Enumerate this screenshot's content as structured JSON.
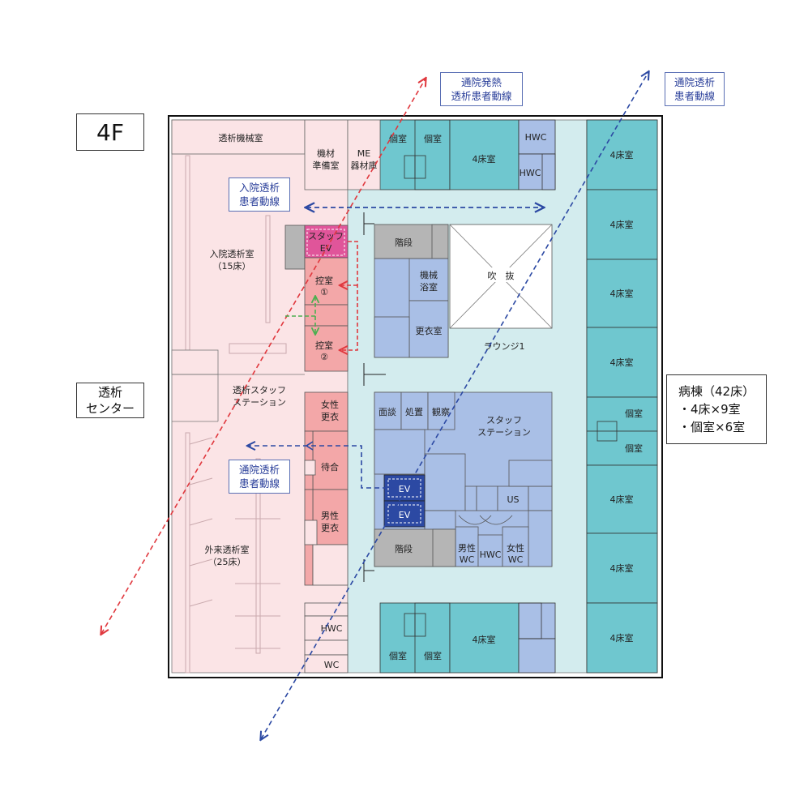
{
  "floor_label": "4F",
  "dialysis_center": [
    "透析",
    "センター"
  ],
  "ward_summary": {
    "title": "病棟（42床）",
    "lines": [
      "・4床×9室",
      "・個室×6室"
    ]
  },
  "routes": {
    "outpatient_fever": {
      "lines": [
        "通院発熱",
        "透析患者動線"
      ],
      "color": "#e0383e"
    },
    "outpatient": {
      "lines": [
        "通院透析",
        "患者動線"
      ],
      "color": "#2c49a3"
    },
    "inpatient_label": [
      "入院透析",
      "患者動線"
    ],
    "outpatient_label": [
      "通院透析",
      "患者動線"
    ],
    "staff_color": "#4caf50"
  },
  "rooms": {
    "dialysis_machine": "透析機械室",
    "equipment_prep": [
      "機材",
      "準備室"
    ],
    "me_storage": [
      "ME",
      "器材庫"
    ],
    "private": "個室",
    "four_bed": "4床室",
    "hwc": "HWC",
    "staff_ev": [
      "スタッフ",
      "EV"
    ],
    "stairs": "階段",
    "atrium": "吹　抜",
    "machine_bath": [
      "機械",
      "浴室"
    ],
    "changing": "更衣室",
    "lounge": "ラウンジ1",
    "waiting1": [
      "控室",
      "①"
    ],
    "waiting2": [
      "控室",
      "②"
    ],
    "inpatient_dialysis": [
      "入院透析室",
      "（15床）"
    ],
    "dialysis_staff_station": [
      "透析スタッフ",
      "ステーション"
    ],
    "female_locker": [
      "女性",
      "更衣"
    ],
    "waiting_area": "待合",
    "male_locker": [
      "男性",
      "更衣"
    ],
    "outpatient_dialysis": [
      "外来透析室",
      "（25床）"
    ],
    "interview": "面談",
    "treatment": "処置",
    "observation": "観察",
    "staff_station": [
      "スタッフ",
      "ステーション"
    ],
    "us": "US",
    "ev": "EV",
    "male_wc": [
      "男性",
      "WC"
    ],
    "female_wc": [
      "女性",
      "WC"
    ],
    "wc": "WC"
  },
  "colors": {
    "dialysis_zone": "#fbe4e6",
    "dialysis_room": "#f3a7a8",
    "staff_ev": "#e0559a",
    "corridor": "#d3ecee",
    "ward_room": "#6fc7cf",
    "service_room": "#a9bfe6",
    "ev": "#2c49a3",
    "stairs": "#b5b5b5"
  }
}
